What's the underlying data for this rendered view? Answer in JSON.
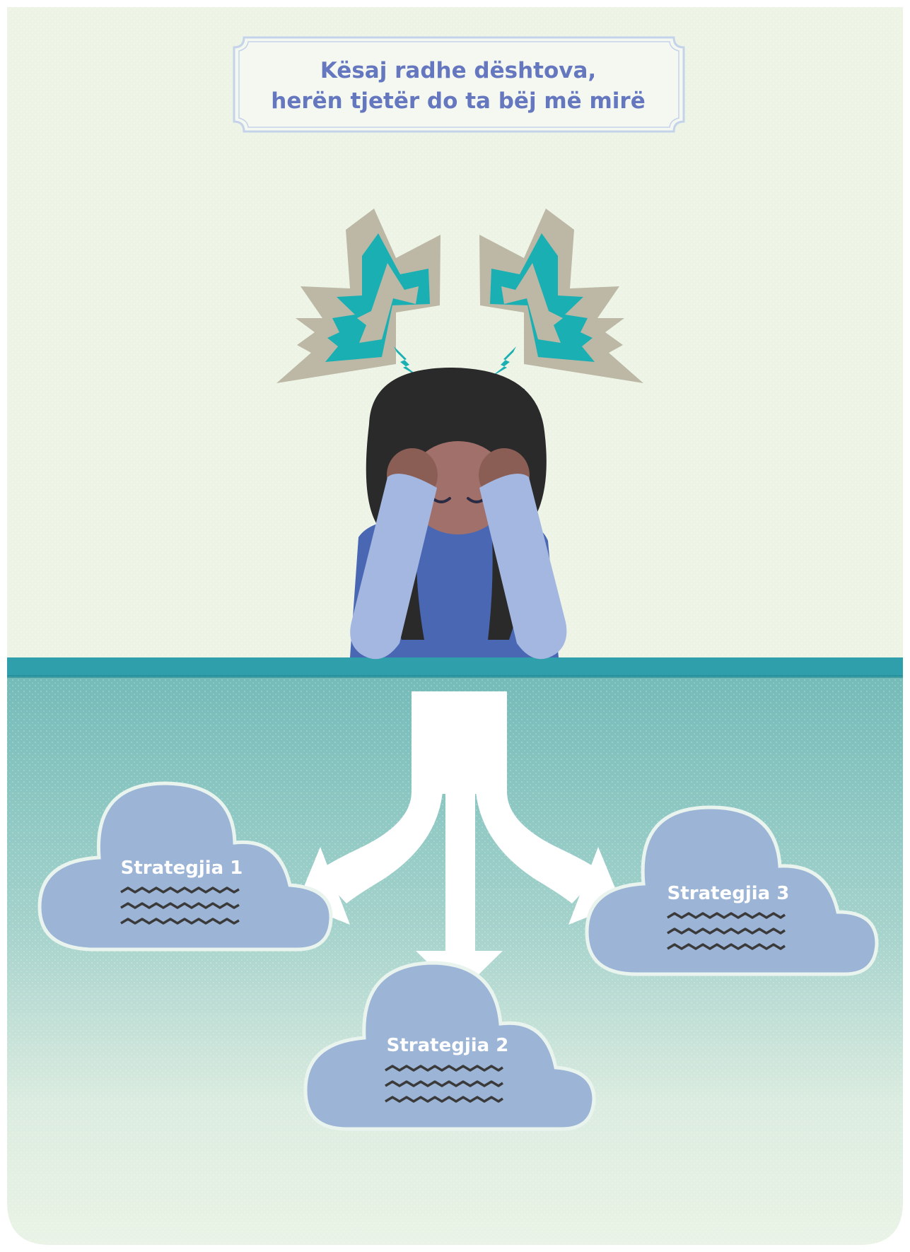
{
  "title": {
    "line1": "Kësaj radhe dështova,",
    "line2": "herën tjetër do ta bëj më mirë"
  },
  "strategies": [
    {
      "label": "Strategjia 1"
    },
    {
      "label": "Strategjia 2"
    },
    {
      "label": "Strategjia 3"
    }
  ],
  "colors": {
    "background_top": "#edf4e6",
    "table_edge": "#2e9fab",
    "background_bottom_top": "#74bbb8",
    "background_bottom_end": "#eaf3e6",
    "title_text": "#6577bf",
    "title_border": "#c5d3ea",
    "cloud_fill": "#9cb4d6",
    "cloud_outline": "#eaf4ee",
    "burst_outer": "#bcb8a5",
    "burst_inner": "#1ab0b3",
    "hair": "#2a2a2a",
    "skin": "#a2706a",
    "sleeve": "#a4b7e0",
    "shirt": "#4a67b4",
    "squiggle": "#3a3a3a"
  },
  "icons": {
    "person": "stressed-person-icon",
    "burst": "stress-burst-icon",
    "arrow": "branch-arrow-icon",
    "cloud": "cloud-icon",
    "placeholder_text": "squiggle-text-icon"
  }
}
